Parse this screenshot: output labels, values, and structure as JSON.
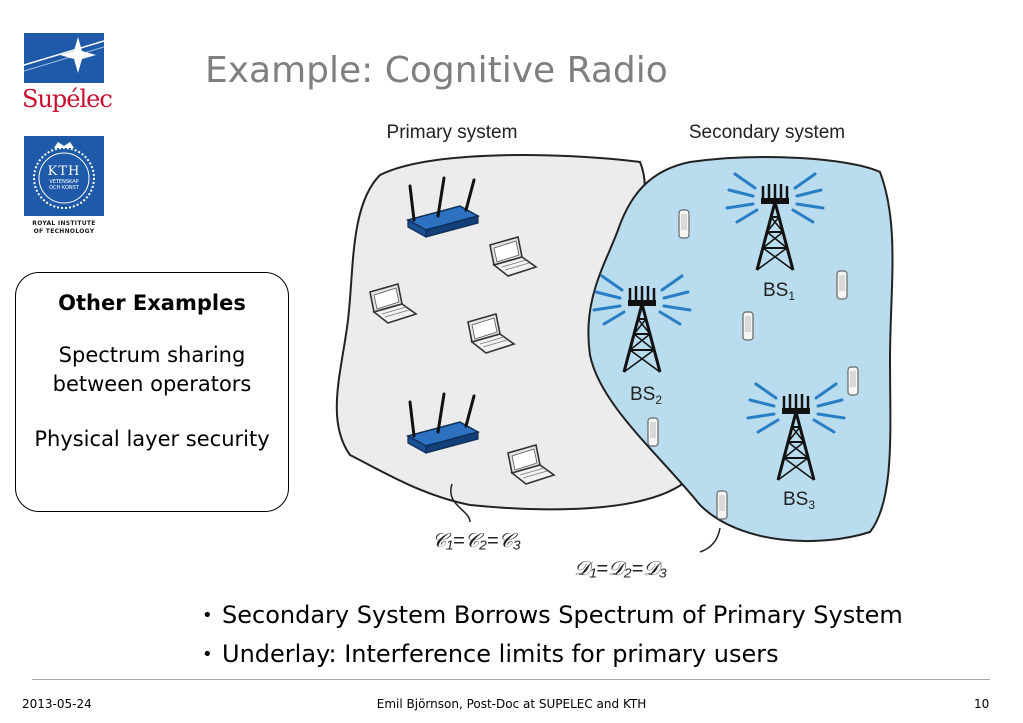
{
  "title": "Example: Cognitive Radio",
  "logos": {
    "supelec": "Supélec",
    "kth_letters": "KTH",
    "kth_sub_top": "VETENSKAP",
    "kth_sub_bottom": "OCH KONST",
    "kth_caption_line1": "ROYAL INSTITUTE",
    "kth_caption_line2": "OF TECHNOLOGY"
  },
  "other_examples": {
    "heading": "Other Examples",
    "items": [
      "Spectrum sharing between operators",
      "Physical layer security"
    ]
  },
  "diagram": {
    "primary_label": "Primary system",
    "secondary_label": "Secondary system",
    "base_stations": [
      "BS",
      "BS",
      "BS"
    ],
    "base_station_indices": [
      "1",
      "2",
      "3"
    ],
    "primary_capacity": "𝒞₁=𝒞₂=𝒞₃",
    "secondary_capacity": "𝒟₁=𝒟₂=𝒟₃",
    "colors": {
      "primary_area": "#ececec",
      "secondary_area": "#b9dcef",
      "router": "#1f5fa8",
      "antenna_ray": "#2a7fc4"
    }
  },
  "bullets": [
    "Secondary System Borrows Spectrum of Primary System",
    "Underlay: Interference limits for primary users"
  ],
  "bullet_symbol": "•",
  "footer": {
    "date": "2013-05-24",
    "author": "Emil Björnson, Post-Doc at SUPELEC and KTH",
    "page": "10"
  }
}
